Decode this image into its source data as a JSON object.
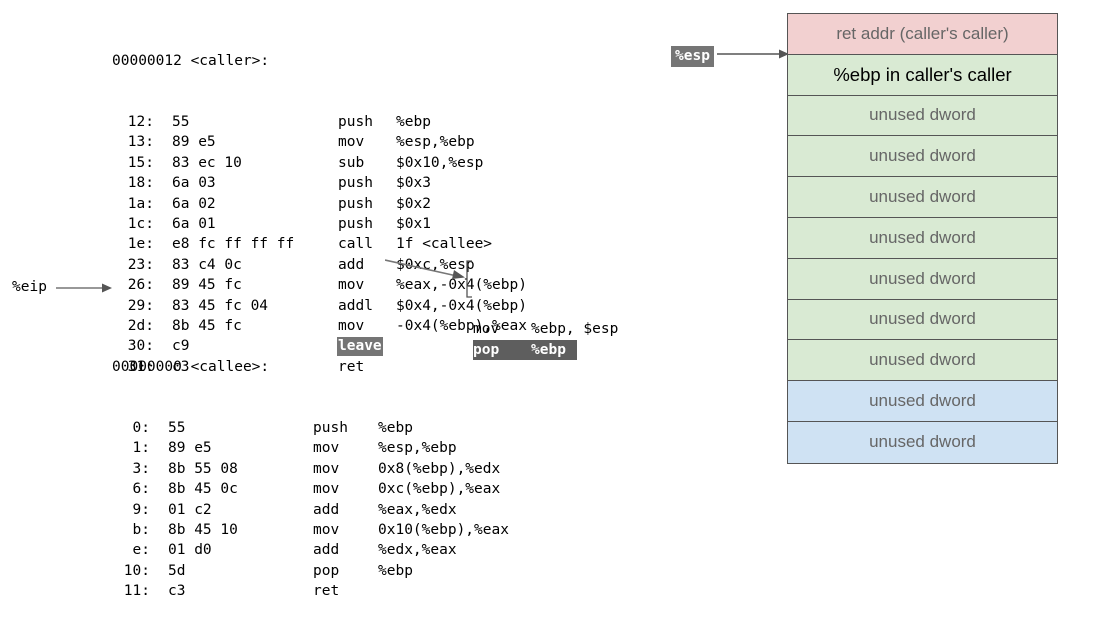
{
  "markers": {
    "eip": {
      "label": "%eip",
      "highlighted": false
    },
    "esp": {
      "label": "%esp",
      "highlighted": true
    }
  },
  "caller": {
    "header": "00000012 <caller>:",
    "instructions": [
      {
        "addr": "12:",
        "bytes": "55",
        "mnemonic": "push",
        "operands": "%ebp"
      },
      {
        "addr": "13:",
        "bytes": "89 e5",
        "mnemonic": "mov",
        "operands": "%esp,%ebp"
      },
      {
        "addr": "15:",
        "bytes": "83 ec 10",
        "mnemonic": "sub",
        "operands": "$0x10,%esp"
      },
      {
        "addr": "18:",
        "bytes": "6a 03",
        "mnemonic": "push",
        "operands": "$0x3"
      },
      {
        "addr": "1a:",
        "bytes": "6a 02",
        "mnemonic": "push",
        "operands": "$0x2"
      },
      {
        "addr": "1c:",
        "bytes": "6a 01",
        "mnemonic": "push",
        "operands": "$0x1"
      },
      {
        "addr": "1e:",
        "bytes": "e8 fc ff ff ff",
        "mnemonic": "call",
        "operands": "1f <callee>"
      },
      {
        "addr": "23:",
        "bytes": "83 c4 0c",
        "mnemonic": "add",
        "operands": "$0xc,%esp"
      },
      {
        "addr": "26:",
        "bytes": "89 45 fc",
        "mnemonic": "mov",
        "operands": "%eax,-0x4(%ebp)"
      },
      {
        "addr": "29:",
        "bytes": "83 45 fc 04",
        "mnemonic": "addl",
        "operands": "$0x4,-0x4(%ebp)"
      },
      {
        "addr": "2d:",
        "bytes": "8b 45 fc",
        "mnemonic": "mov",
        "operands": "-0x4(%ebp),%eax"
      },
      {
        "addr": "30:",
        "bytes": "c9",
        "mnemonic": "leave",
        "operands": "",
        "highlight": true
      },
      {
        "addr": "31:",
        "bytes": "c3",
        "mnemonic": "ret",
        "operands": ""
      }
    ]
  },
  "callee": {
    "header": "00000000 <callee>:",
    "instructions": [
      {
        "addr": "0:",
        "bytes": "55",
        "mnemonic": "push",
        "operands": "%ebp"
      },
      {
        "addr": "1:",
        "bytes": "89 e5",
        "mnemonic": "mov",
        "operands": "%esp,%ebp"
      },
      {
        "addr": "3:",
        "bytes": "8b 55 08",
        "mnemonic": "mov",
        "operands": "0x8(%ebp),%edx"
      },
      {
        "addr": "6:",
        "bytes": "8b 45 0c",
        "mnemonic": "mov",
        "operands": "0xc(%ebp),%eax"
      },
      {
        "addr": "9:",
        "bytes": "01 c2",
        "mnemonic": "add",
        "operands": "%eax,%edx"
      },
      {
        "addr": "b:",
        "bytes": "8b 45 10",
        "mnemonic": "mov",
        "operands": "0x10(%ebp),%eax"
      },
      {
        "addr": "e:",
        "bytes": "01 d0",
        "mnemonic": "add",
        "operands": "%edx,%eax"
      },
      {
        "addr": "10:",
        "bytes": "5d",
        "mnemonic": "pop",
        "operands": "%ebp"
      },
      {
        "addr": "11:",
        "bytes": "c3",
        "mnemonic": "ret",
        "operands": ""
      }
    ]
  },
  "leave_callout": {
    "lines": [
      {
        "mnemonic": "mov",
        "operands": "%ebp, $esp",
        "highlight": false
      },
      {
        "mnemonic": "pop",
        "operands": "%ebp",
        "highlight": true
      }
    ]
  },
  "stack": {
    "rows": [
      {
        "label": "ret addr (caller's caller)",
        "color": "red",
        "text": "gray"
      },
      {
        "label": "%ebp in caller's caller",
        "color": "green",
        "text": "black"
      },
      {
        "label": "unused dword",
        "color": "green",
        "text": "gray"
      },
      {
        "label": "unused dword",
        "color": "green",
        "text": "gray"
      },
      {
        "label": "unused dword",
        "color": "green",
        "text": "gray"
      },
      {
        "label": "unused dword",
        "color": "green",
        "text": "gray"
      },
      {
        "label": "unused dword",
        "color": "green",
        "text": "gray"
      },
      {
        "label": "unused dword",
        "color": "green",
        "text": "gray"
      },
      {
        "label": "unused dword",
        "color": "green",
        "text": "gray"
      },
      {
        "label": "unused dword",
        "color": "blue",
        "text": "gray"
      },
      {
        "label": "unused dword",
        "color": "blue",
        "text": "gray"
      }
    ]
  },
  "colors": {
    "red": "#f2d0d0",
    "green": "#d9ead3",
    "blue": "#cfe2f3",
    "border": "#555555",
    "highlight": "#757575",
    "gray_text": "#666666"
  }
}
